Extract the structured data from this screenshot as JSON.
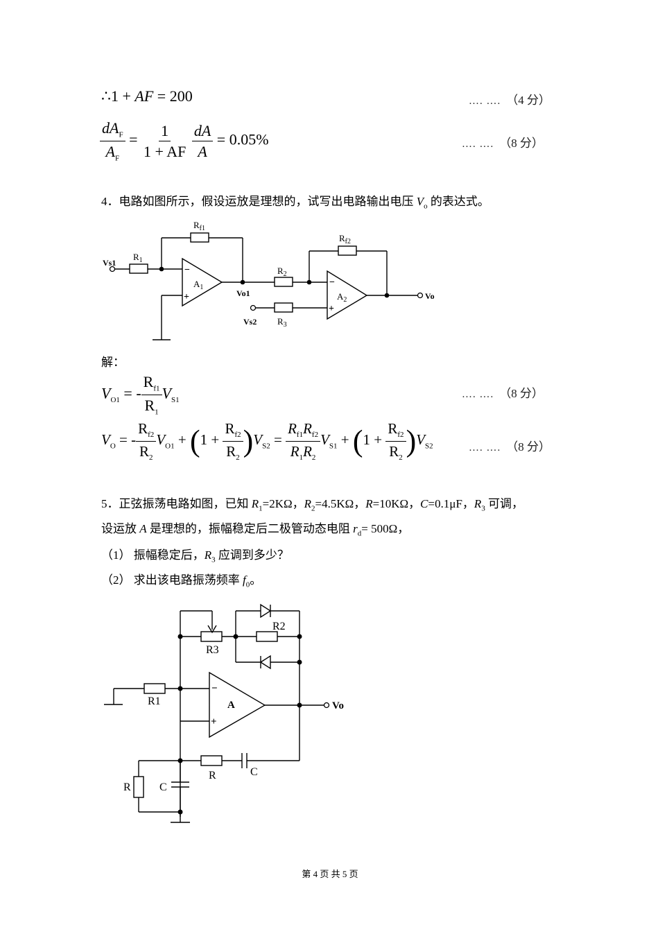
{
  "eq1": {
    "lhs": "∴1 + ",
    "af": "AF",
    "rhs": " = 200",
    "dots": "….  ….",
    "score": "（4 分）"
  },
  "eq2": {
    "dA": "dA",
    "dA_sub": "F",
    "A": "A",
    "A_sub": "F",
    "one": "1",
    "den": "1 + AF",
    "dA2": "dA",
    "A2": "A",
    "result": " = 0.05%",
    "dots": "….  ….",
    "score": "（8 分）"
  },
  "q4": {
    "text_a": "4．电路如图所示，假设运放是理想的，试写出电路输出电压 ",
    "vo": "V",
    "vo_sub": "o",
    "text_b": " 的表达式。"
  },
  "circuit1": {
    "rf1": "R",
    "rf1_sub": "f1",
    "rf2": "R",
    "rf2_sub": "f2",
    "r1": "R",
    "r1_sub": "1",
    "r2": "R",
    "r2_sub": "2",
    "r3": "R",
    "r3_sub": "3",
    "a1": "A",
    "a1_sub": "1",
    "a2": "A",
    "a2_sub": "2",
    "vs1": "Vs1",
    "vs2": "Vs2",
    "vo1": "Vo1",
    "vo": "Vo",
    "minus": "−",
    "plus": "+"
  },
  "sol": {
    "label": "解："
  },
  "eq3": {
    "v": "V",
    "v_sub": "O1",
    "mid": " = -",
    "rnum": "R",
    "rnum_sub": "f1",
    "rden": "R",
    "rden_sub": "1",
    "vs": "V",
    "vs_sub": "S1",
    "dots": "….  ….",
    "score": "（8 分）"
  },
  "eq4": {
    "v": "V",
    "v_sub": "O",
    "eqminus": " = -",
    "rf2": "R",
    "rf2_sub": "f2",
    "r2": "R",
    "r2_sub": "2",
    "vo1": "V",
    "vo1_sub": "O1",
    "plus": " + ",
    "one": "1 + ",
    "vs2": "V",
    "vs2_sub": "S2",
    "eq": " = ",
    "num": "R",
    "num_s1": "f1",
    "num2": "R",
    "num_s2": "f2",
    "den": "R",
    "den_s1": "1",
    "den2": "R",
    "den_s2": "2",
    "vs1": "V",
    "vs1_sub": "S1",
    "dots": "….  ….",
    "score": "（8 分）"
  },
  "q5": {
    "line1_a": "5．正弦振荡电路如图，已知 ",
    "R1": "R",
    "R1s": "1",
    "v1": "=2KΩ，",
    "R2": "R",
    "R2s": "2",
    "v2": "=4.5KΩ，",
    "R": "R",
    "v3": "=10KΩ，",
    "C": "C",
    "v4": "=0.1μF，",
    "R3": "R",
    "R3s": "3",
    "v5": " 可调，",
    "line2_a": "设运放 ",
    "A": "A",
    "line2_b": " 是理想的，振幅稳定后二极管动态电阻 ",
    "rd": "r",
    "rds": "d",
    "line2_c": "= 500Ω，",
    "sub1_a": "（1）  振幅稳定后，",
    "sub1_r": "R",
    "sub1_rs": "3",
    "sub1_b": " 应调到多少？",
    "sub2_a": "（2）  求出该电路振荡频率 ",
    "sub2_f": "f",
    "sub2_fs": "0",
    "sub2_b": "。"
  },
  "circuit2": {
    "r1": "R1",
    "r2": "R2",
    "r3": "R3",
    "r": "R",
    "c1": "C",
    "c2": "C",
    "r_left": "R",
    "a": "A",
    "vo": "Vo",
    "minus": "−",
    "plus": "+"
  },
  "footer": {
    "text": "第 4 页 共 5 页"
  }
}
